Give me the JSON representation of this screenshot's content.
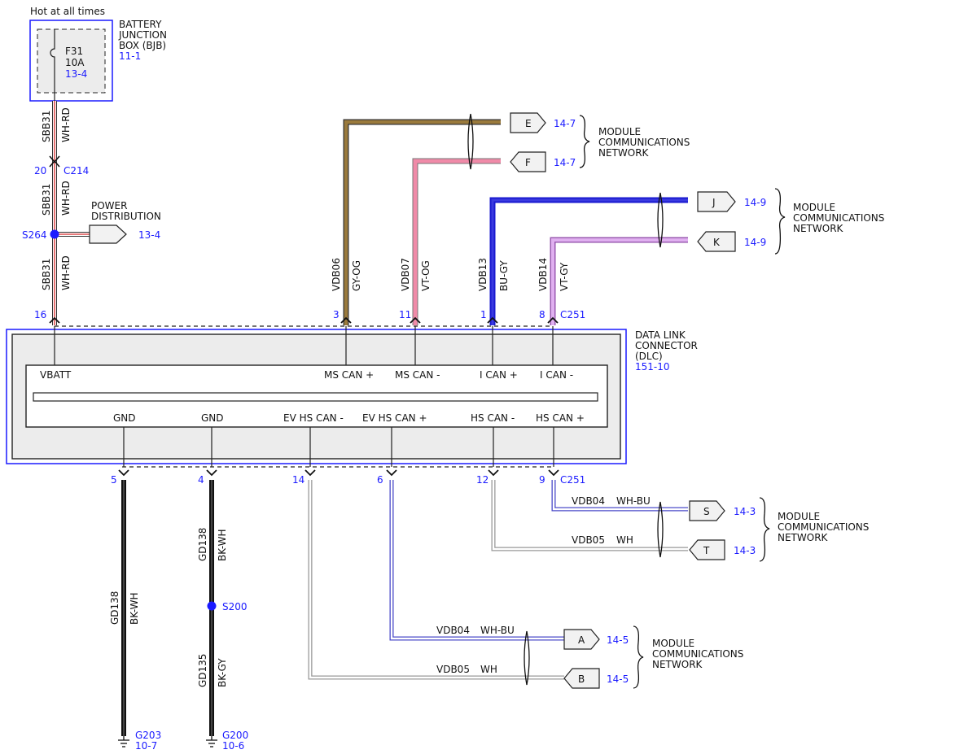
{
  "header": {
    "hot_label": "Hot at all times"
  },
  "bjb": {
    "title_lines": [
      "BATTERY",
      "JUNCTION",
      "BOX (BJB)"
    ],
    "ref": "11-1",
    "fuse": {
      "id": "F31",
      "rating": "10A",
      "ref": "13-4"
    }
  },
  "power_circuit": {
    "circuit": "SBB31",
    "color": "WH-RD",
    "c214": {
      "pin": "20",
      "connector": "C214"
    },
    "splice": {
      "id": "S264"
    },
    "power_distribution": {
      "label_lines": [
        "POWER",
        "DISTRIBUTION"
      ],
      "ref": "13-4"
    }
  },
  "dlc": {
    "title_lines": [
      "DATA LINK",
      "CONNECTOR",
      "(DLC)"
    ],
    "ref": "151-10",
    "connector": "C251",
    "top_pins": [
      {
        "pin": "16",
        "label": "VBATT"
      },
      {
        "pin": "3",
        "label": "MS CAN +",
        "circuit": "VDB06",
        "color": "GY-OG"
      },
      {
        "pin": "11",
        "label": "MS CAN -",
        "circuit": "VDB07",
        "color": "VT-OG"
      },
      {
        "pin": "1",
        "label": "I CAN +",
        "circuit": "VDB13",
        "color": "BU-GY"
      },
      {
        "pin": "8",
        "label": "I CAN -",
        "circuit": "VDB14",
        "color": "VT-GY"
      }
    ],
    "bottom_pins": [
      {
        "pin": "5",
        "label": "GND"
      },
      {
        "pin": "4",
        "label": "GND"
      },
      {
        "pin": "14",
        "label": "EV HS CAN -"
      },
      {
        "pin": "6",
        "label": "EV HS CAN +"
      },
      {
        "pin": "12",
        "label": "HS CAN -"
      },
      {
        "pin": "9",
        "label": "HS CAN +"
      }
    ]
  },
  "network_label_lines": [
    "MODULE",
    "COMMUNICATIONS",
    "NETWORK"
  ],
  "targets": [
    {
      "id": "E",
      "ref": "14-7"
    },
    {
      "id": "F",
      "ref": "14-7"
    },
    {
      "id": "J",
      "ref": "14-9"
    },
    {
      "id": "K",
      "ref": "14-9"
    },
    {
      "id": "S",
      "ref": "14-3",
      "circuit": "VDB04",
      "color": "WH-BU"
    },
    {
      "id": "T",
      "ref": "14-3",
      "circuit": "VDB05",
      "color": "WH"
    },
    {
      "id": "A",
      "ref": "14-5",
      "circuit": "VDB04",
      "color": "WH-BU"
    },
    {
      "id": "B",
      "ref": "14-5",
      "circuit": "VDB05",
      "color": "WH"
    }
  ],
  "grounds": [
    {
      "circuit": "GD138",
      "color": "BK-WH",
      "ground": "G203",
      "ref": "10-7"
    },
    {
      "circuit_upper": "GD138",
      "color_upper": "BK-WH",
      "splice": "S200",
      "circuit_lower": "GD135",
      "color_lower": "BK-GY",
      "ground": "G200",
      "ref": "10-6"
    }
  ],
  "wire_colors": {
    "GY-OG": "#9a7a3c",
    "VT-OG": "#f08aa8",
    "BU-GY": "#1a1ad0",
    "VT-GY": "#c07ad8",
    "WH-RD": "#e05050",
    "WH-BU": "#6a6ae0",
    "WH": "#b0b0b0",
    "BK": "#111111",
    "accent_blue": "#1a1aff"
  }
}
